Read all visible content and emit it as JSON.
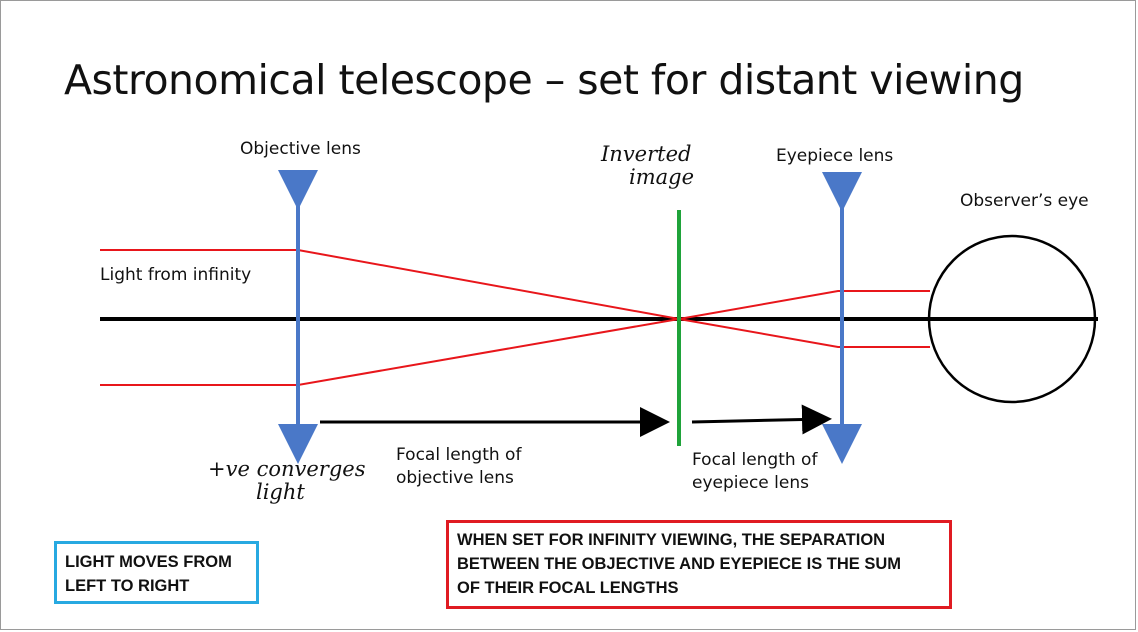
{
  "slide": {
    "title": "Astronomical telescope – set for distant viewing"
  },
  "labels": {
    "objective_lens": "Objective lens",
    "eyepiece_lens": "Eyepiece lens",
    "observers_eye": "Observer’s eye",
    "light_from_infinity": "Light from infinity",
    "focal_length_objective_line1": "Focal length of",
    "focal_length_objective_line2": "objective lens",
    "focal_length_eyepiece_line1": "Focal length of",
    "focal_length_eyepiece_line2": "eyepiece lens"
  },
  "handwritten": {
    "inverted_line1": "Inverted",
    "inverted_line2": "image",
    "converges_line1": "+ve converges",
    "converges_line2": "light"
  },
  "notes": {
    "light_direction_line1": "LIGHT MOVES FROM",
    "light_direction_line2": "LEFT TO RIGHT",
    "infinity_note_line1": "WHEN SET FOR INFINITY VIEWING, THE SEPARATION",
    "infinity_note_line2": "BETWEEN THE OBJECTIVE AND EYEPIECE IS THE SUM",
    "infinity_note_line3": "OF THEIR FOCAL LENGTHS"
  },
  "colors": {
    "ray": "#e8161b",
    "lens": "#4a78c8",
    "image": "#1fa33a",
    "axis": "#000000",
    "note_blue": "#27a9e1",
    "note_red": "#e01b22"
  }
}
